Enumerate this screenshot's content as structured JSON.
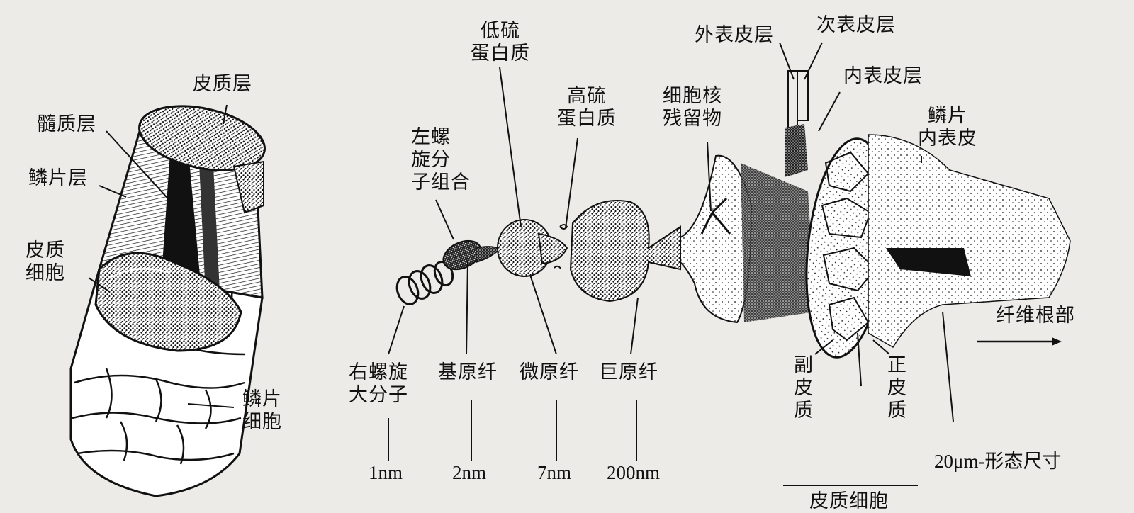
{
  "figure": {
    "background": "#ecebe8",
    "ink": "#111111",
    "left_panel_labels": {
      "cortex_layer": "皮质层",
      "medulla_layer": "髓质层",
      "cuticle_layer": "鳞片层",
      "cortex_cell": "皮质\n细胞",
      "cuticle_cell": "鳞片\n细胞"
    },
    "top_labels": {
      "low_sulfur_protein": "低硫\n蛋白质",
      "high_sulfur_protein": "高硫\n蛋白质",
      "left_helix_assembly": "左螺\n旋分\n子组合",
      "nucleus_remnant": "细胞核\n残留物",
      "exocuticle": "外表皮层",
      "epicuticle": "次表皮层",
      "endocuticle": "内表皮层",
      "cuticle_endocuticle": "鳞片\n内表皮"
    },
    "bottom_labels": {
      "right_helix_macromolecule": "右螺旋\n大分子",
      "protofibril": "基原纤",
      "microfibril": "微原纤",
      "macrofibril": "巨原纤",
      "paracortex": "副\n皮\n质",
      "orthocortex": "正\n皮\n质",
      "fiber_root": "纤维根部",
      "cortical_cell_partial": "皮质细胞"
    },
    "scales": {
      "s1": "1nm",
      "s2": "2nm",
      "s3": "7nm",
      "s4": "200nm",
      "s5": "20μm-形态尺寸"
    }
  }
}
